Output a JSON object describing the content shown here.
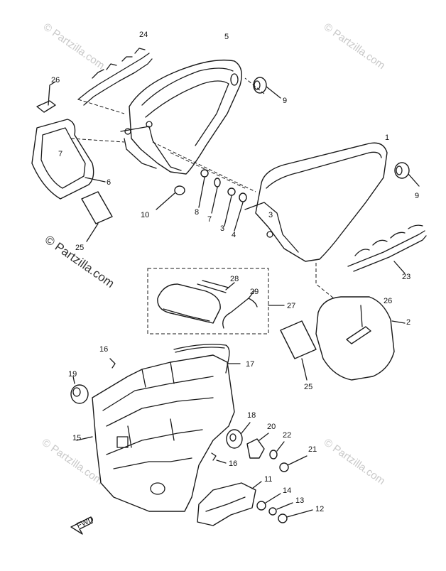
{
  "watermark": {
    "small": "© Partzilla.com",
    "large": "© Partzilla.com"
  },
  "fwd_label": "FWD",
  "callouts": {
    "p1": "1",
    "p2": "2",
    "p3": "3",
    "p4": "4",
    "p5": "5",
    "p6": "6",
    "p7": "7",
    "p8": "8",
    "p9a": "9",
    "p9b": "9",
    "p10": "10",
    "p11": "11",
    "p12": "12",
    "p13": "13",
    "p14": "14",
    "p15": "15",
    "p16a": "16",
    "p16b": "16",
    "p17": "17",
    "p18": "18",
    "p19": "19",
    "p20": "20",
    "p21": "21",
    "p22": "22",
    "p23": "23",
    "p24": "24",
    "p25a": "25",
    "p25b": "25",
    "p26a": "26",
    "p26b": "26",
    "p27": "27",
    "p28": "28",
    "p29": "29"
  }
}
